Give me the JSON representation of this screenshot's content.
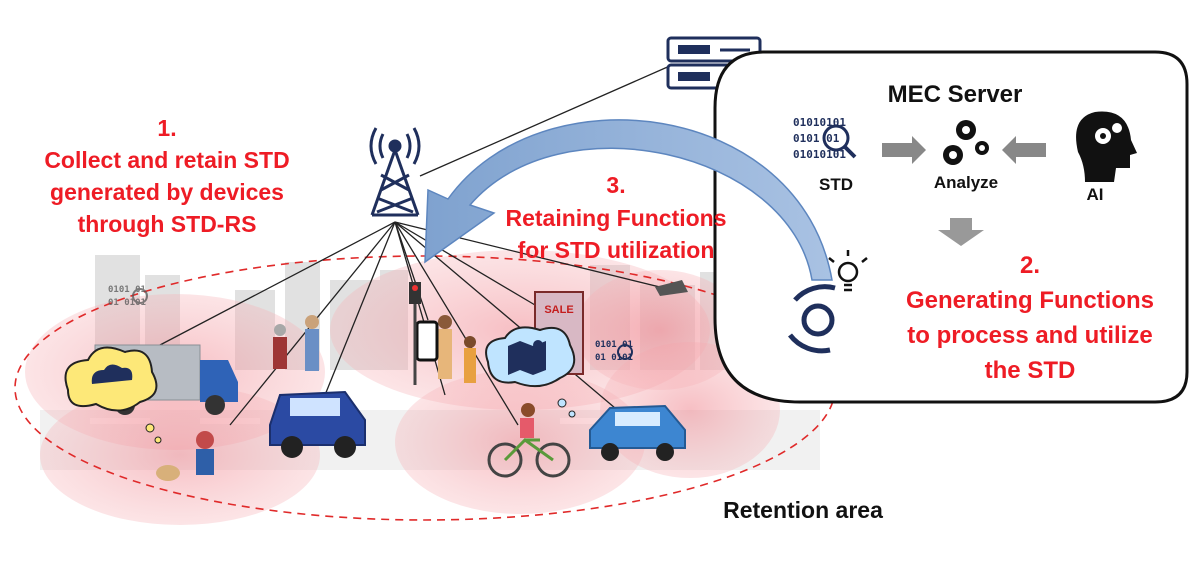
{
  "step1": {
    "number": "1.",
    "lines": [
      "Collect and retain STD",
      "generated by devices",
      "through STD-RS"
    ]
  },
  "step2": {
    "number": "2.",
    "lines": [
      "Generating Functions",
      "to process and utilize",
      "the STD"
    ]
  },
  "step3": {
    "number": "3.",
    "lines": [
      "Retaining Functions",
      "for STD utilization"
    ]
  },
  "mec": {
    "title": "MEC Server",
    "std_label": "STD",
    "analyze_label": "Analyze",
    "ai_label": "AI"
  },
  "retention_label": "Retention area",
  "sale_sign": "SALE",
  "colors": {
    "accent_red": "#ee1c25",
    "arrow_blue": "#8fb0d8",
    "icon_navy": "#1f2f5c",
    "zone_pink": "#f6b3b8"
  }
}
